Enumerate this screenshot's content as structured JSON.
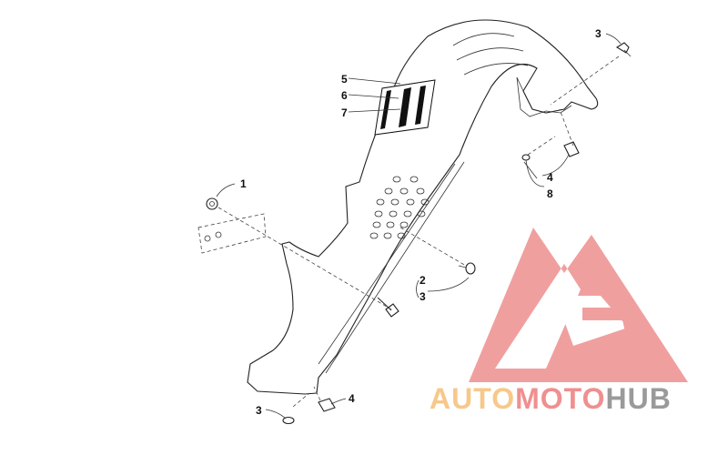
{
  "callouts": {
    "c1": "1",
    "c2": "2",
    "c3_top": "3",
    "c3_mid": "3",
    "c3_bottom": "3",
    "c4_right": "4",
    "c4_bottom": "4",
    "c5": "5",
    "c6": "6",
    "c7": "7",
    "c8": "8"
  },
  "watermark": {
    "part1": "AUTO",
    "part2": "MOTO",
    "part3": "HUB",
    "color_auto": "#f7c88a",
    "color_moto": "#f08f8f",
    "color_hub": "#9a9a9a",
    "logo_color": "#ef9595"
  }
}
